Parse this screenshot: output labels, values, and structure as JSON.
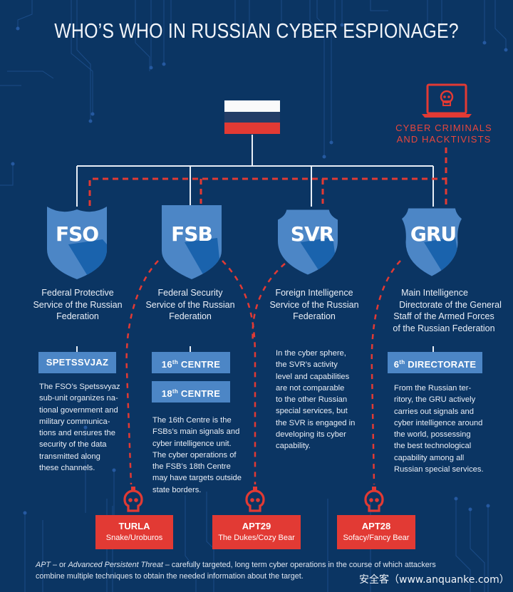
{
  "title": "WHO’S WHO IN RUSSIAN CYBER ESPIONAGE?",
  "colors": {
    "background": "#0b3563",
    "shield_light": "#4c86c6",
    "shield_dark": "#1a63ad",
    "accent_red": "#e23a34",
    "connector_white": "#e8eef6"
  },
  "top": {
    "flag_icon": "russian-flag",
    "cyber_criminals": {
      "icon": "laptop-skull-icon",
      "line1": "CYBER CRIMINALS",
      "line2": "AND HACKTIVISTS"
    }
  },
  "agencies": [
    {
      "abbr": "FSO",
      "name": [
        "Federal Protective",
        "Service of the Russian",
        "Federation"
      ],
      "units": [
        {
          "num": "",
          "sup": "",
          "label": "SPETSSVJAZ"
        }
      ],
      "description": [
        "The FSO’s Spetssvyaz",
        "sub-unit organizes na-",
        "tional government and",
        "military communica-",
        "tions and ensures the",
        "security of the data",
        "transmitted along",
        "these channels."
      ]
    },
    {
      "abbr": "FSB",
      "name": [
        "Federal Security",
        "Service of the Russian",
        "Federation"
      ],
      "units": [
        {
          "num": "16",
          "sup": "th",
          "label": " CENTRE"
        },
        {
          "num": "18",
          "sup": "th",
          "label": " CENTRE"
        }
      ],
      "description": [
        "The 16th Centre is the",
        "FSBs’s main signals and",
        "cyber intelligence unit.",
        "The cyber operations of",
        "the FSB’s 18th Centre",
        "may have targets outside",
        "state borders."
      ]
    },
    {
      "abbr": "SVR",
      "name": [
        "Foreign Intelligence",
        "Service of the Russian",
        "Federation"
      ],
      "units": [],
      "description": [
        "In the cyber sphere,",
        "the SVR’s activity",
        "level and capabilities",
        "are not comparable",
        "to the other Russian",
        "special services, but",
        "the SVR is engaged in",
        "developing its cyber",
        "capability."
      ]
    },
    {
      "abbr": "GRU",
      "name": [
        "Main Intelligence",
        "Directorate of the General",
        "Staff of the Armed Forces",
        "of the Russian Federation"
      ],
      "units": [
        {
          "num": "6",
          "sup": "th",
          "label": " DIRECTORATE"
        }
      ],
      "description": [
        "From the Russian ter-",
        "ritory, the GRU actively",
        "carries out signals and",
        "cyber intelligence around",
        "the world, possessing",
        "the best technological",
        "capability among all",
        "Russian special services."
      ]
    }
  ],
  "apt_groups": [
    {
      "name": "TURLA",
      "aliases": "Snake/Uroburos",
      "icon": "skull-icon",
      "linked_agency": "FSB"
    },
    {
      "name": "APT29",
      "aliases": "The Dukes/Cozy Bear",
      "icon": "skull-icon",
      "linked_agency": "FSB/SVR"
    },
    {
      "name": "APT28",
      "aliases": "Sofacy/Fancy Bear",
      "icon": "skull-icon",
      "linked_agency": "GRU"
    }
  ],
  "footnote": {
    "apt": "APT",
    "dash1": " – or ",
    "apt_full": "Advanced Persistent Threat",
    "rest1": " – carefully targeted, long term cyber operations in the course of which  attackers",
    "line2": "combine multiple techniques to obtain the needed information about the target."
  },
  "credit": "安全客（www.anquanke.com）"
}
